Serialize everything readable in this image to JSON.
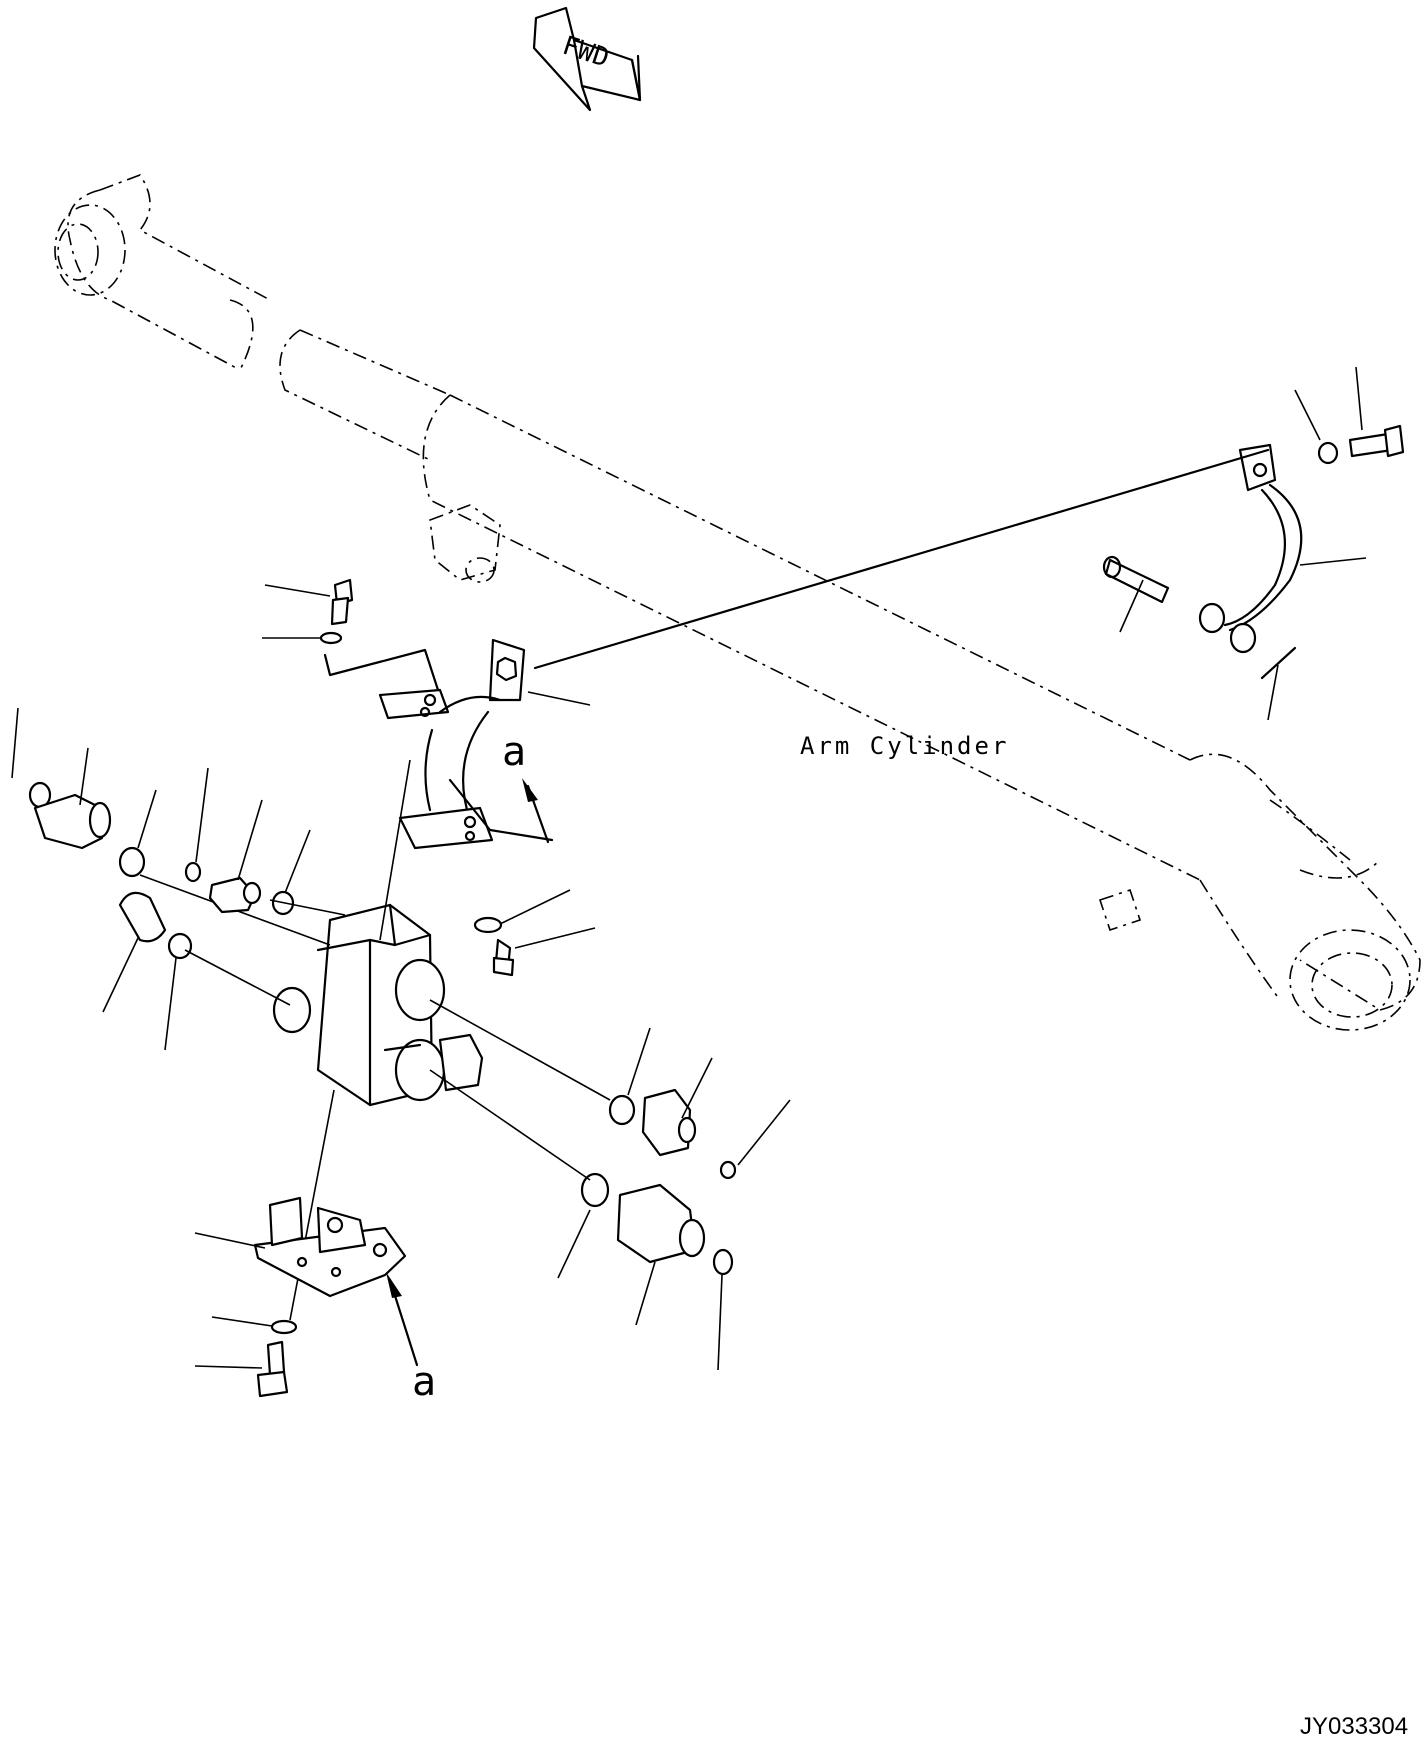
{
  "direction_marker": "FWD",
  "cylinder_label": "Arm Cylinder",
  "view_marker_top": "a",
  "view_marker_bottom": "a",
  "drawing_code": "JY033304"
}
